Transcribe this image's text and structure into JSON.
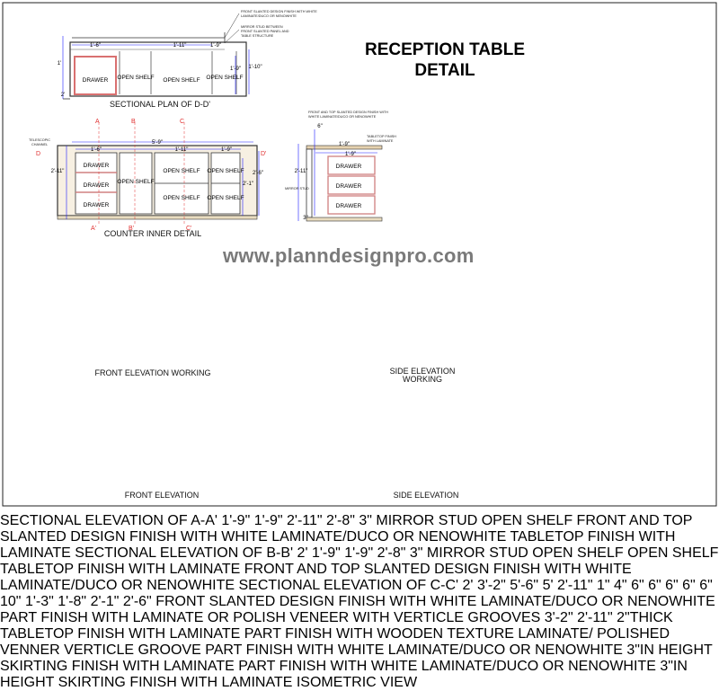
{
  "title": {
    "line1": "RECEPTION TABLE",
    "line2": "DETAIL"
  },
  "watermark": "www.planndesignpro.com",
  "plan": {
    "caption": "SECTIONAL PLAN OF D-D'",
    "note1a": "FRONT SLANTED DESIGN FINISH WITH WHITE",
    "note1b": "LAMINATE/DUCO OR NENOWHITE",
    "note2a": "MIRROR STUD BETWEEN",
    "note2b": "FRONT SLANTED PANEL AND",
    "note2c": "TABLE STRUCTURE",
    "d_top1": "1'-6\"",
    "d_top2": "1'-11\"",
    "d_top3": "1'-9\"",
    "d_right1": "1'-9\"",
    "d_right2": "1'-10\"",
    "d_left": "1'",
    "d_left2": "2'",
    "cells": [
      "DRAWER",
      "OPEN SHELF",
      "OPEN SHELF",
      "OPEN SHELF"
    ]
  },
  "counter": {
    "caption": "COUNTER INNER DETAIL",
    "marks": {
      "a": "A",
      "b": "B",
      "c": "C",
      "a2": "A'",
      "b2": "B'",
      "c2": "C'",
      "d": "D",
      "d2": "D'"
    },
    "label_tele1": "TELESCOPIC",
    "label_tele2": "CHANNEL",
    "d_total": "5'-9\"",
    "d_1": "1'-6\"",
    "d_2": "1'-11\"",
    "d_3": "1'-9\"",
    "d_h": "2'-11\"",
    "d_h2": "2'-6\"",
    "d_h3": "2'-1\"",
    "cells": [
      "DRAWER",
      "DRAWER",
      "DRAWER",
      "OPEN SHELF",
      "OPEN SHELF",
      "OPEN SHELF",
      "OPEN SHELF",
      "OPEN SHELF"
    ]
  },
  "sec_a": {
    "caption1": "SECTIONAL ELEVATION",
    "caption2": "OF A-A'",
    "note1a": "FRONT AND TOP SLANTED DESIGN FINISH WITH",
    "note1b": "WHITE LAMINATE/DUCO OR NENOWHITE",
    "note2a": "TABLETOP FINISH",
    "note2b": "WITH LAMINATE",
    "mirror": "MIRROR STUD",
    "d_top": "1'-9\"",
    "d_top2": "1'-9\"",
    "d_h": "2'-11\"",
    "d_small": "3\"",
    "d_mini": "6\"",
    "cells": [
      "DRAWER",
      "DRAWER",
      "DRAWER"
    ]
  },
  "sec_b": {
    "caption1": "SECTIONAL ELEVATION",
    "caption2": "OF B-B'",
    "note1a": "FRONT AND TOP SLANTED DESIGN FINISH WITH",
    "note1b": "WHITE LAMINATE/DUCO OR NENOWHITE",
    "note2a": "TABLETOP FINISH",
    "note2b": "WITH LAMINATE",
    "mirror": "MIRROR STUD",
    "d_top": "1'-9\"",
    "d_top2": "1'-9\"",
    "d_h": "2'-11\"",
    "d_h2": "2'-8\"",
    "d_small": "3\"",
    "cell": "OPEN SHELF"
  },
  "sec_c": {
    "caption1": "SECTIONAL ELEVATION",
    "caption2": "OF C-C'",
    "note1a": "TABLETOP FINISH",
    "note1b": "WITH LAMINATE",
    "note2a": "FRONT AND TOP SLANTED DESIGN FINISH WITH",
    "note2b": "WHITE LAMINATE/DUCO OR NENOWHITE",
    "mirror": "MIRROR STUD",
    "d_top": "2'",
    "d_top2": "1'-9\"",
    "d_h": "1'-9\"",
    "d_h2": "2'-8\"",
    "d_small": "3\"",
    "cells": [
      "OPEN SHELF",
      "OPEN SHELF"
    ]
  },
  "front_work": {
    "caption": "FRONT ELEVATION WORKING",
    "note1a": "FRONT SLANTED DESIGN FINISH WITH WHITE",
    "note1b": "LAMINATE/DUCO OR NENOWHITE",
    "note2a": "PART FINISH WITH LAMINATE",
    "note2b": "OR POLISH VENEER WITH",
    "note2c": "VERTICLE GROOVES",
    "d_top": "2'",
    "d_mid": "3'-2\"",
    "d_bot": "5'-6\"",
    "d_bot2": "5'",
    "d_left": "2'-11\"",
    "d_steps": [
      "1\"",
      "4\"",
      "6\"",
      "6\"",
      "6\"",
      "6\"",
      "6\""
    ],
    "d_v": [
      "10\"",
      "1'-3\"",
      "1'-8\"",
      "2'-1\"",
      "2'-6\""
    ]
  },
  "side_work": {
    "caption1": "SIDE ELEVATION",
    "caption2": "WORKING",
    "d_h": "3'-2\"",
    "d_h2": "2'-11\""
  },
  "front_elev": {
    "caption": "FRONT ELEVATION",
    "note1a": "2\"THICK TABLETOP",
    "note1b": "FINISH WITH LAMINATE",
    "note2a": "PART FINISH WITH WOODEN",
    "note2b": "TEXTURE LAMINATE/",
    "note2c": "POLISHED VENNER",
    "note3": "VERTICLE GROOVE",
    "note4a": "PART FINISH WITH",
    "note4b": "WHITE LAMINATE/DUCO",
    "note4c": "OR NENOWHITE",
    "note5a": "3\"IN HEIGHT SKIRTING",
    "note5b": "FINISH WITH LAMINATE"
  },
  "side_elev": {
    "caption": "SIDE ELEVATION",
    "note1a": "PART FINISH WITH",
    "note1b": "WHITE LAMINATE/DUCO",
    "note1c": "OR NENOWHITE",
    "note2a": "3\"IN HEIGHT SKIRTING",
    "note2b": "FINISH WITH LAMINATE"
  },
  "iso": {
    "caption": "ISOMETRIC VIEW"
  },
  "colors": {
    "blue": "#1c1cff",
    "red": "#e03030",
    "dark": "#3a2414",
    "wood": "#d9c99a",
    "drawer_pink": "#d98080"
  }
}
